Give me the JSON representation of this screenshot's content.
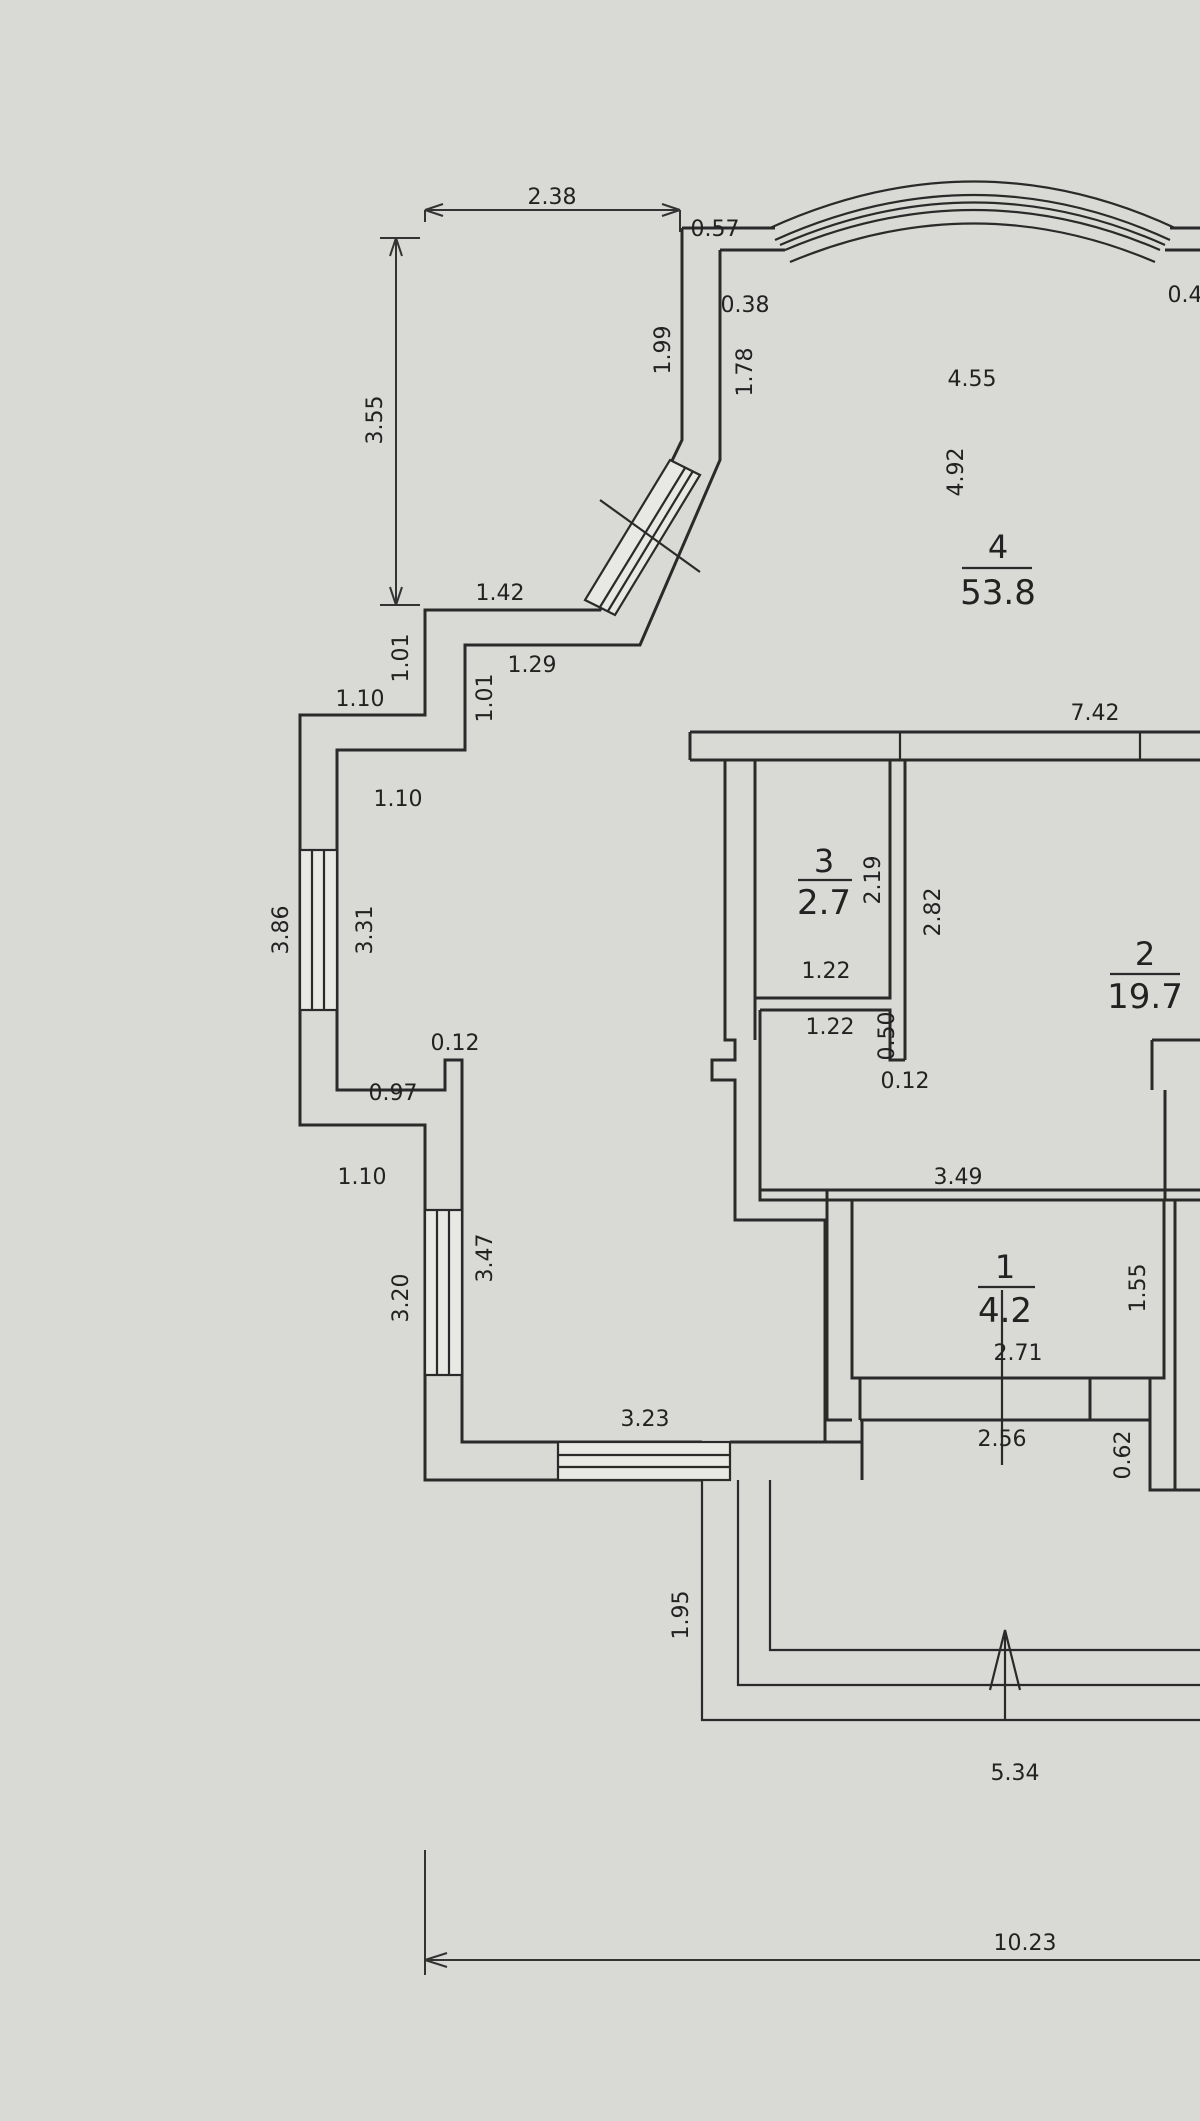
{
  "rooms": [
    {
      "number": "4",
      "area": "53.8"
    },
    {
      "number": "3",
      "area": "2.7"
    },
    {
      "number": "2",
      "area": "19.7"
    },
    {
      "number": "1",
      "area": "4.2"
    }
  ],
  "dims": {
    "top_2_38": "2.38",
    "left_3_55": "3.55",
    "d_0_57": "0.57",
    "d_0_38": "0.38",
    "d_0_4": "0.4",
    "d_1_99": "1.99",
    "d_1_78": "1.78",
    "d_4_55": "4.55",
    "d_4_92": "4.92",
    "d_1_42": "1.42",
    "d_1_01_a": "1.01",
    "d_1_29": "1.29",
    "d_1_10_a": "1.10",
    "d_1_01_b": "1.01",
    "d_7_42": "7.42",
    "d_1_10_b": "1.10",
    "d_3_86": "3.86",
    "d_3_31": "3.31",
    "d_2_19": "2.19",
    "d_2_82": "2.82",
    "d_1_22_a": "1.22",
    "d_1_22_b": "1.22",
    "d_0_50": "0.50",
    "d_0_12_a": "0.12",
    "d_0_12_b": "0.12",
    "d_0_97": "0.97",
    "d_1_10_c": "1.10",
    "d_3_49": "3.49",
    "d_3_20": "3.20",
    "d_3_47": "3.47",
    "d_1_55": "1.55",
    "d_2_71": "2.71",
    "d_3_23": "3.23",
    "d_2_56": "2.56",
    "d_0_62": "0.62",
    "d_1_95": "1.95",
    "d_5_34": "5.34",
    "d_10_23": "10.23"
  }
}
